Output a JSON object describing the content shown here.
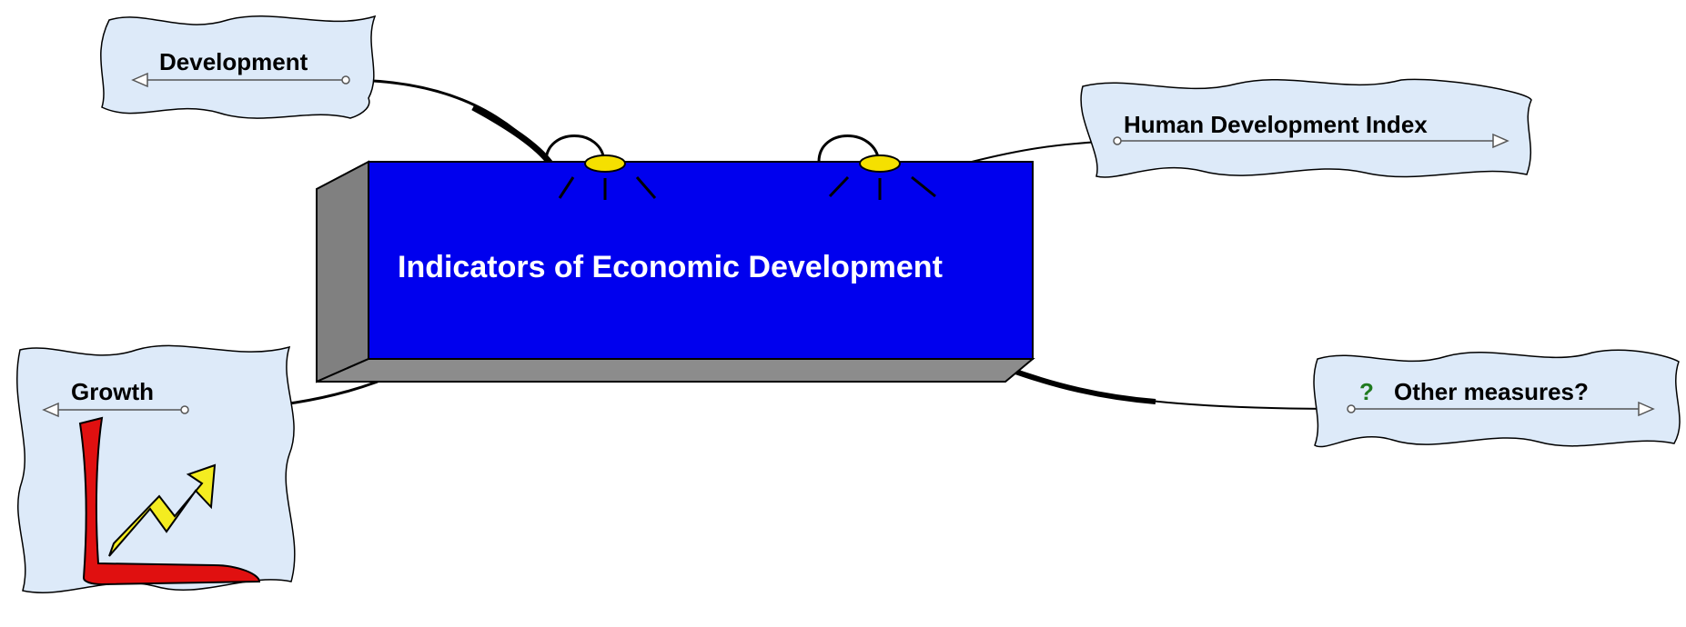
{
  "central_topic": {
    "label": "Indicators of Economic Development"
  },
  "branches": [
    {
      "label": "Development"
    },
    {
      "label": "Human Development Index"
    },
    {
      "label": "Growth"
    },
    {
      "label": "Other measures?"
    }
  ],
  "icons": {
    "central": "lamp-icon",
    "growth": "growth-chart-icon",
    "other": "question-mark-icon",
    "question_symbol": "?"
  },
  "colors": {
    "central_fill": "#0000ee",
    "central_side": "#808080",
    "bubble_fill": "#ddeaf9",
    "lamp": "#f5e000",
    "question": "#1f7a1f"
  }
}
